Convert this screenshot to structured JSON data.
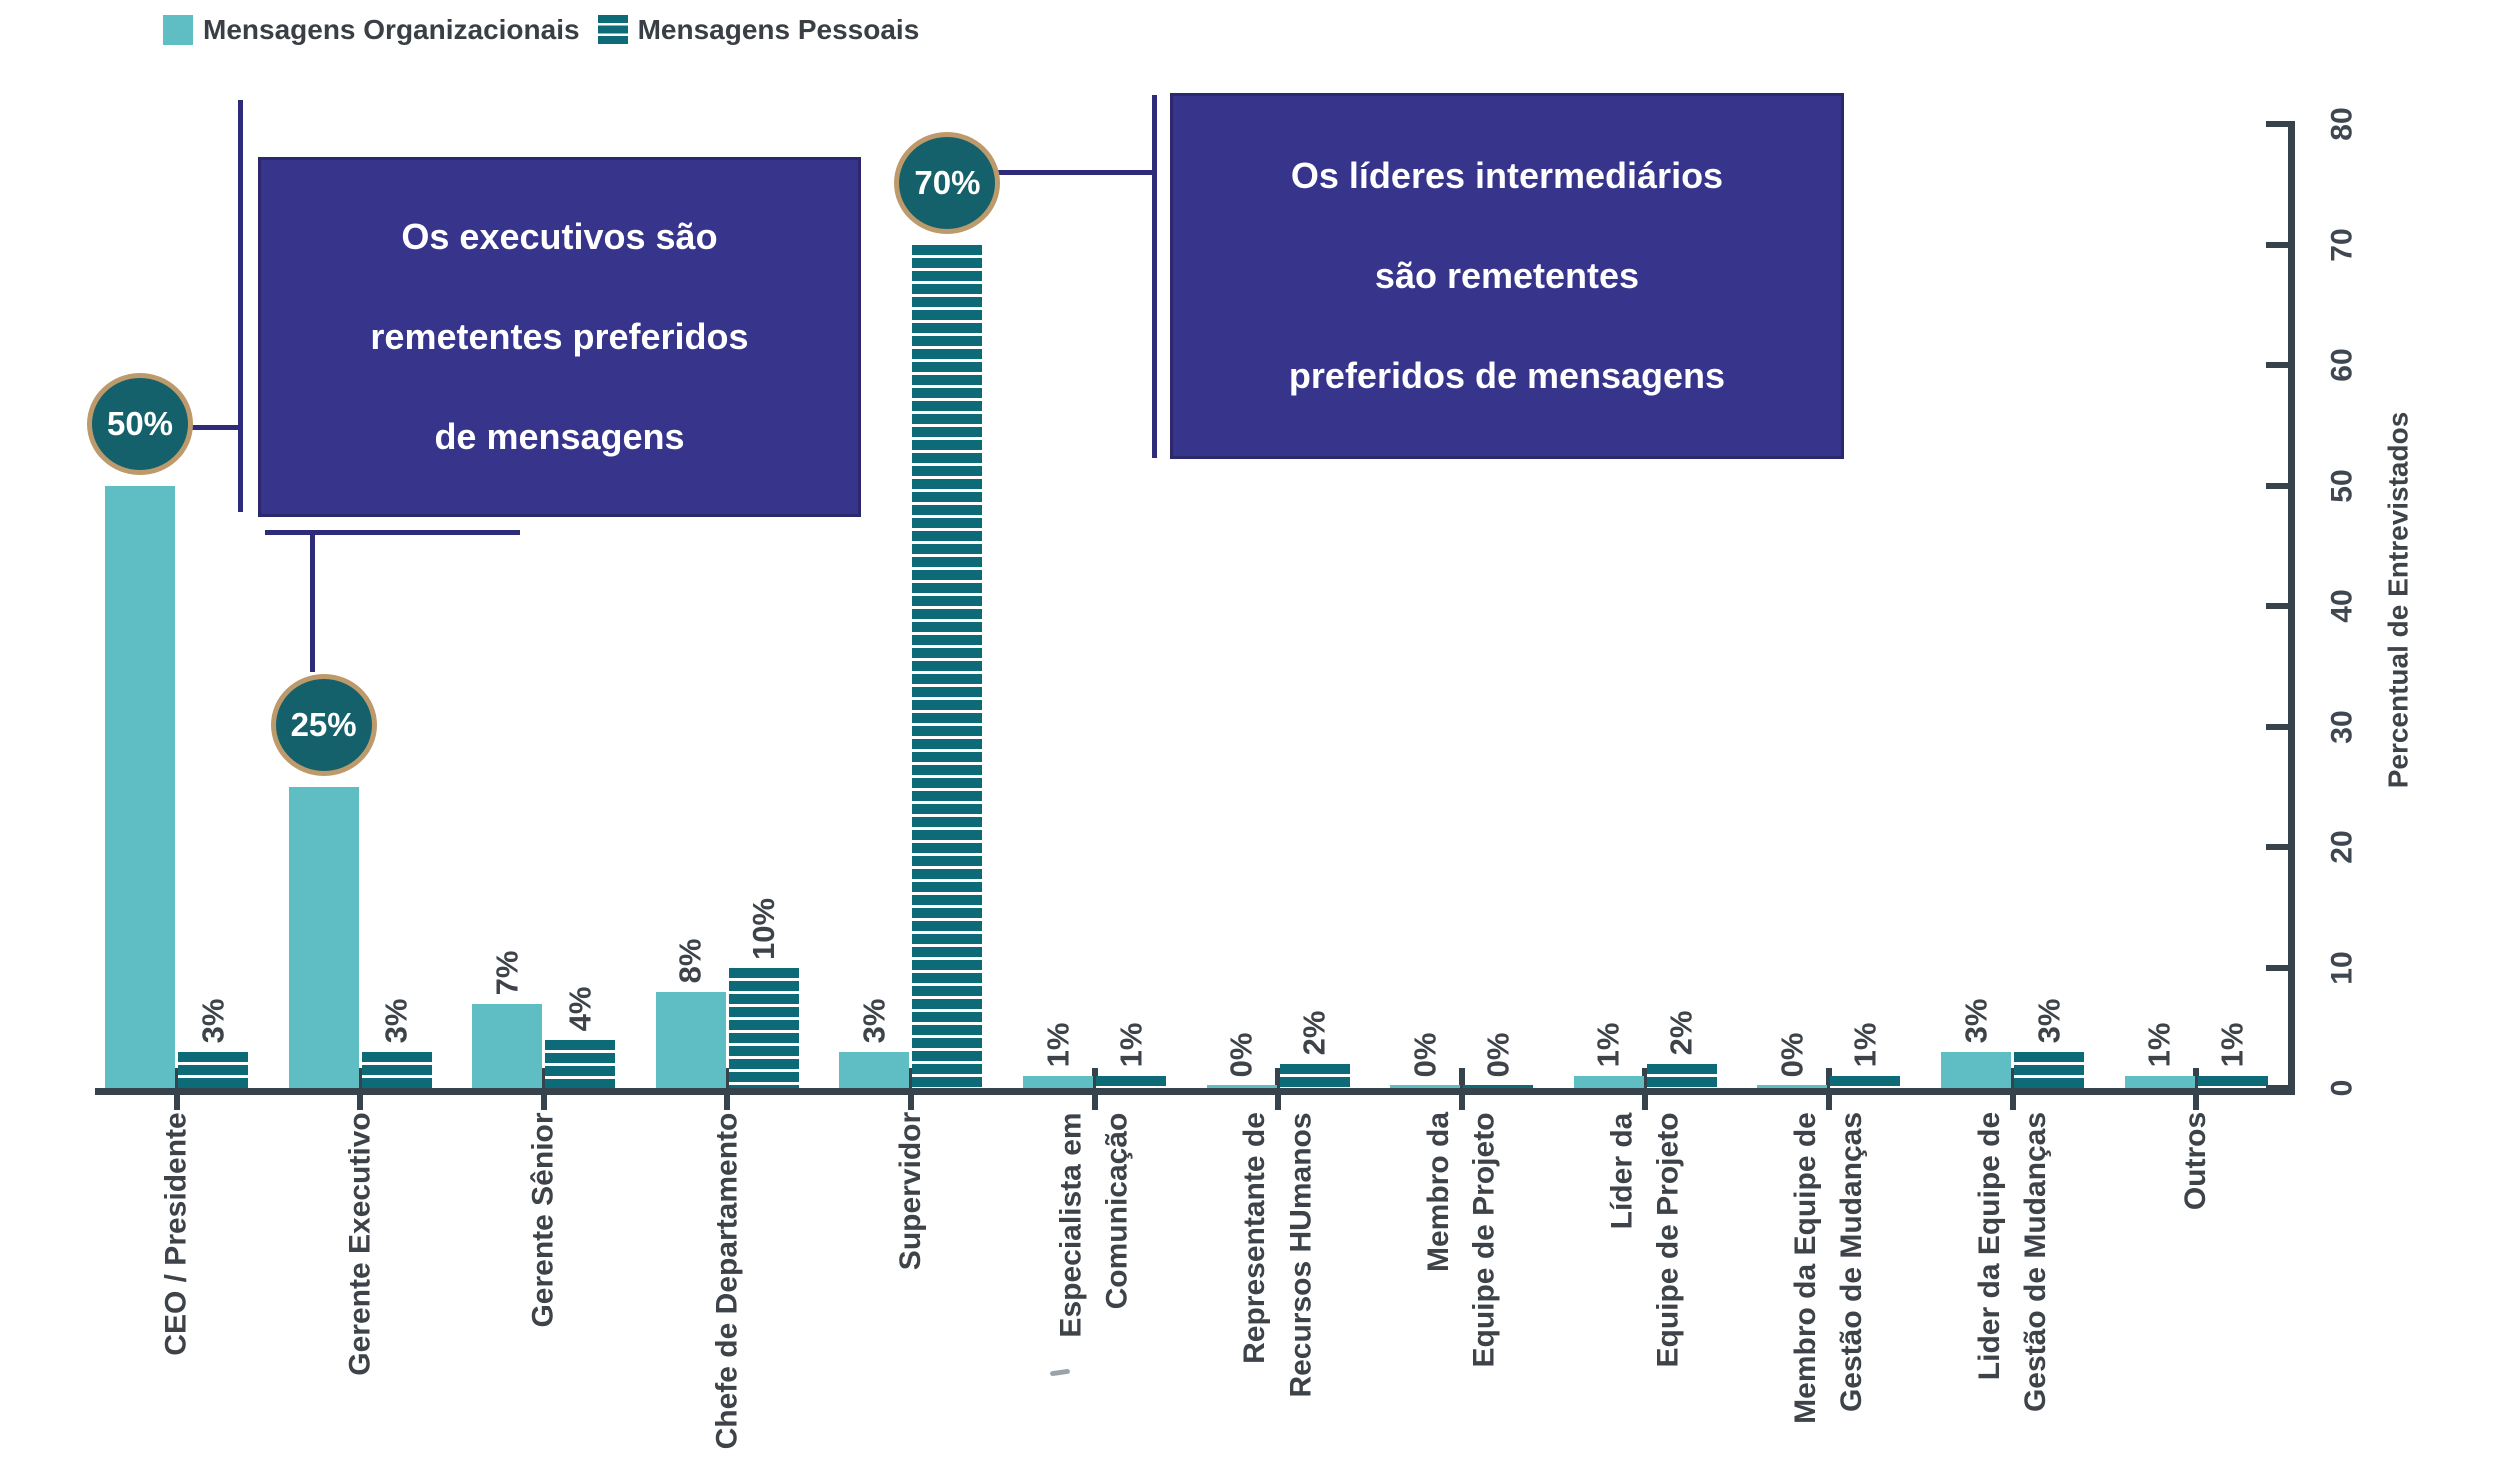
{
  "chart_data": {
    "type": "bar",
    "orientation": "vertical-grouped",
    "title": "",
    "categories": [
      "CEO / Presidente",
      "Gerente Executivo",
      "Gerente Sênior",
      "Chefe de Departamento",
      "Supervidor",
      "Especialista em Comunicação",
      "Representante de Recursos HUmanos",
      "Membro da Equipe de Projeto",
      "Líder da Equipe de Projeto",
      "Membro da Equipe de Gestão de Mudanças",
      "Lider da Equipe de Gestão de Mudanças",
      "Outros"
    ],
    "category_lines": [
      [
        "CEO / Presidente"
      ],
      [
        "Gerente Executivo"
      ],
      [
        "Gerente Sênior"
      ],
      [
        "Chefe de Departamento"
      ],
      [
        "Supervidor"
      ],
      [
        "Especialista em",
        "Comunicação"
      ],
      [
        "Representante de",
        "Recursos HUmanos"
      ],
      [
        "Membro da",
        "Equipe de Projeto"
      ],
      [
        "Líder da",
        "Equipe de Projeto"
      ],
      [
        "Membro da Equipe de",
        "Gestão de Mudanças"
      ],
      [
        "Lider da Equipe de",
        "Gestão de Mudanças"
      ],
      [
        "Outros"
      ]
    ],
    "series": [
      {
        "name": "Mensagens Organizacionais",
        "values": [
          50,
          25,
          7,
          8,
          3,
          1,
          0,
          0,
          1,
          0,
          3,
          1
        ]
      },
      {
        "name": "Mensagens Pessoais",
        "values": [
          3,
          3,
          4,
          10,
          70,
          1,
          2,
          0,
          2,
          1,
          3,
          1
        ]
      }
    ],
    "value_labels": {
      "org": [
        "",
        "",
        "7%",
        "8%",
        "3%",
        "1%",
        "0%",
        "0%",
        "1%",
        "0%",
        "3%",
        "1%"
      ],
      "pes": [
        "3%",
        "3%",
        "4%",
        "10%",
        "",
        "1%",
        "2%",
        "0%",
        "2%",
        "1%",
        "3%",
        "1%"
      ]
    },
    "ylabel": "Percentual de Entrevistados",
    "yticks": [
      0,
      10,
      20,
      30,
      40,
      50,
      60,
      70,
      80
    ],
    "ylim": [
      0,
      80
    ],
    "grid": false,
    "legend_position": "top-left"
  },
  "legend": {
    "items": [
      {
        "label": "Mensagens Organizacionais",
        "swatch": "solid"
      },
      {
        "label": "Mensagens Pessoais",
        "swatch": "striped"
      }
    ]
  },
  "annotations": {
    "box1": {
      "line1": "Os executivos são",
      "line2": "remetentes preferidos",
      "line3": "de mensagens"
    },
    "box2": {
      "line1": "Os líderes intermediários",
      "line2": "são remetentes",
      "line3": "preferidos de mensagens"
    },
    "badges": [
      {
        "text": "50%",
        "series": 0,
        "category": 0
      },
      {
        "text": "25%",
        "series": 0,
        "category": 1
      },
      {
        "text": "70%",
        "series": 1,
        "category": 4
      }
    ]
  },
  "colors": {
    "organizacional": "#5fbec3",
    "pessoal": "#0d6b78",
    "note_box": "#37348c",
    "badge_fill": "#14606b",
    "badge_border": "#bd9a6c",
    "axis": "#36424c",
    "connector": "#2e2c7a",
    "label_text": "#3d4349"
  }
}
